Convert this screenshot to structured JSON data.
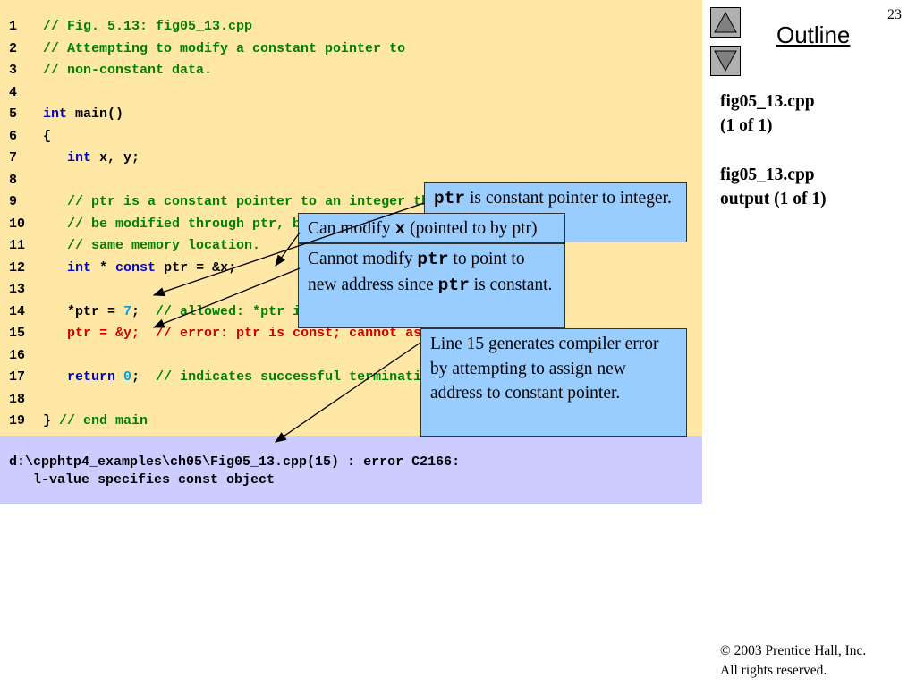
{
  "slide_number": "23",
  "nav": {
    "outline_label": "Outline"
  },
  "code": [
    {
      "num": "1",
      "parts": [
        {
          "t": "// Fig. 5.13: fig05_13.cpp",
          "c": "cm"
        }
      ]
    },
    {
      "num": "2",
      "parts": [
        {
          "t": "// Attempting to modify a constant pointer to",
          "c": "cm"
        }
      ]
    },
    {
      "num": "3",
      "parts": [
        {
          "t": "// non-constant data.",
          "c": "cm"
        }
      ]
    },
    {
      "num": "4",
      "parts": []
    },
    {
      "num": "5",
      "parts": [
        {
          "t": "int",
          "c": "kw"
        },
        {
          "t": " main()",
          "c": "pl"
        }
      ]
    },
    {
      "num": "6",
      "parts": [
        {
          "t": "{",
          "c": "pl"
        }
      ]
    },
    {
      "num": "7",
      "parts": [
        {
          "t": "   ",
          "c": "pl"
        },
        {
          "t": "int",
          "c": "kw"
        },
        {
          "t": " x, y;",
          "c": "pl"
        }
      ]
    },
    {
      "num": "8",
      "parts": []
    },
    {
      "num": "9",
      "parts": [
        {
          "t": "   ",
          "c": "pl"
        },
        {
          "t": "// ptr is a constant pointer to an integer that can",
          "c": "cm"
        }
      ]
    },
    {
      "num": "10",
      "parts": [
        {
          "t": "   ",
          "c": "pl"
        },
        {
          "t": "// be modified through ptr, but ptr always points to the",
          "c": "cm"
        }
      ]
    },
    {
      "num": "11",
      "parts": [
        {
          "t": "   ",
          "c": "pl"
        },
        {
          "t": "// same memory location.",
          "c": "cm"
        }
      ]
    },
    {
      "num": "12",
      "parts": [
        {
          "t": "   ",
          "c": "pl"
        },
        {
          "t": "int",
          "c": "kw"
        },
        {
          "t": " * ",
          "c": "pl"
        },
        {
          "t": "const",
          "c": "kw"
        },
        {
          "t": " ptr = &x;",
          "c": "pl"
        }
      ]
    },
    {
      "num": "13",
      "parts": []
    },
    {
      "num": "14",
      "parts": [
        {
          "t": "   *ptr = ",
          "c": "pl"
        },
        {
          "t": "7",
          "c": "nm"
        },
        {
          "t": ";  ",
          "c": "pl"
        },
        {
          "t": "// allowed: *ptr is not const",
          "c": "cm"
        }
      ]
    },
    {
      "num": "15",
      "parts": [
        {
          "t": "   ",
          "c": "pl"
        },
        {
          "t": "ptr = &y;  ",
          "c": "er"
        },
        {
          "t": "// error: ptr is const; cannot assign new address",
          "c": "er"
        }
      ]
    },
    {
      "num": "16",
      "parts": []
    },
    {
      "num": "17",
      "parts": [
        {
          "t": "   ",
          "c": "pl"
        },
        {
          "t": "return",
          "c": "kw"
        },
        {
          "t": " ",
          "c": "pl"
        },
        {
          "t": "0",
          "c": "nm"
        },
        {
          "t": ";  ",
          "c": "pl"
        },
        {
          "t": "// indicates successful termination",
          "c": "cm"
        }
      ]
    },
    {
      "num": "18",
      "parts": []
    },
    {
      "num": "19",
      "parts": [
        {
          "t": "} ",
          "c": "pl"
        },
        {
          "t": "// end main",
          "c": "cm"
        }
      ]
    }
  ],
  "output": {
    "line1": "d:\\cpphtp4_examples\\ch05\\Fig05_13.cpp(15) : error C2166:",
    "line2": "   l-value specifies const object"
  },
  "callouts": {
    "c1": {
      "mono": "ptr",
      "text": " is constant pointer to integer."
    },
    "c2": {
      "pre": "Can modify ",
      "mono": "x",
      "post": " (pointed to by ptr) since x not constant."
    },
    "c3": {
      "pre": "Cannot modify ",
      "mono": "ptr",
      "mid": " to point to new address since ",
      "mono2": "ptr",
      "post": " is constant."
    },
    "c4": {
      "text": "Line 15 generates compiler error by attempting to assign new address to constant pointer."
    }
  },
  "side": {
    "line1": "fig05_13.cpp",
    "line2": "(1 of 1)",
    "line3": "fig05_13.cpp",
    "line4": "output (1 of 1)"
  },
  "copyright": {
    "symbol": "©",
    "line1": " 2003 Prentice Hall, Inc.",
    "line2": "All rights reserved."
  },
  "colors": {
    "code_bg": "#ffe8a6",
    "output_bg": "#ccccff",
    "callout_bg": "#99ccff",
    "comment": "#008000",
    "keyword": "#0000cc",
    "number": "#00a0e0",
    "error": "#cc0000"
  },
  "icons": [
    "up-arrow-icon",
    "down-arrow-icon"
  ]
}
